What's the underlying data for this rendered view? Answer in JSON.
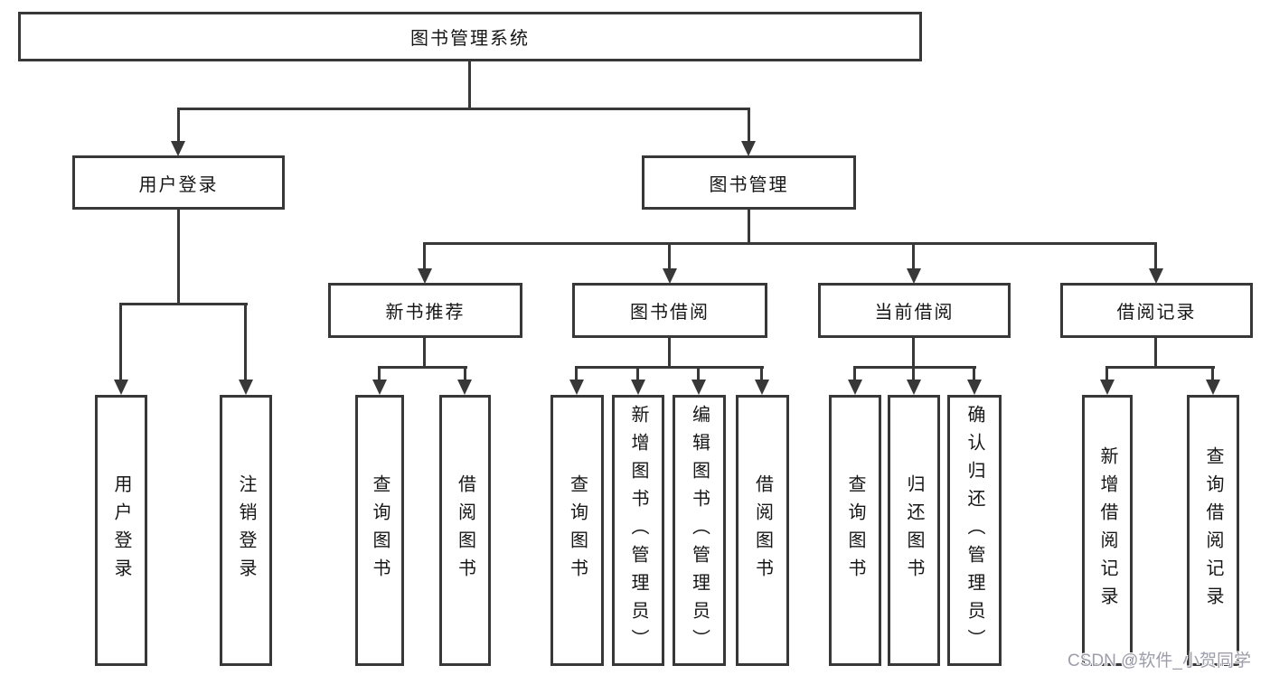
{
  "diagram": {
    "root": {
      "label": "图书管理系统"
    },
    "level2": [
      {
        "label": "用户登录"
      },
      {
        "label": "图书管理"
      }
    ],
    "level3": [
      {
        "label": "新书推荐",
        "parent": "图书管理"
      },
      {
        "label": "图书借阅",
        "parent": "图书管理"
      },
      {
        "label": "当前借阅",
        "parent": "图书管理"
      },
      {
        "label": "借阅记录",
        "parent": "图书管理"
      }
    ],
    "leaves": [
      {
        "label": "用户登录",
        "parent": "用户登录"
      },
      {
        "label": "注销登录",
        "parent": "用户登录"
      },
      {
        "label": "查询图书",
        "parent": "新书推荐"
      },
      {
        "label": "借阅图书",
        "parent": "新书推荐"
      },
      {
        "label": "查询图书",
        "parent": "图书借阅"
      },
      {
        "label": "新增图书（管理员）",
        "parent": "图书借阅"
      },
      {
        "label": "编辑图书（管理员）",
        "parent": "图书借阅"
      },
      {
        "label": "借阅图书",
        "parent": "图书借阅"
      },
      {
        "label": "查询图书",
        "parent": "当前借阅"
      },
      {
        "label": "归还图书",
        "parent": "当前借阅"
      },
      {
        "label": "确认归还（管理员）",
        "parent": "当前借阅"
      },
      {
        "label": "新增借阅记录",
        "parent": "借阅记录"
      },
      {
        "label": "查询借阅记录",
        "parent": "借阅记录"
      }
    ]
  },
  "watermark": "CSDN @软件_小贺同学",
  "colors": {
    "line": "#383838",
    "text": "#161616",
    "watermark": "#9d9dab",
    "background": "#ffffff"
  }
}
